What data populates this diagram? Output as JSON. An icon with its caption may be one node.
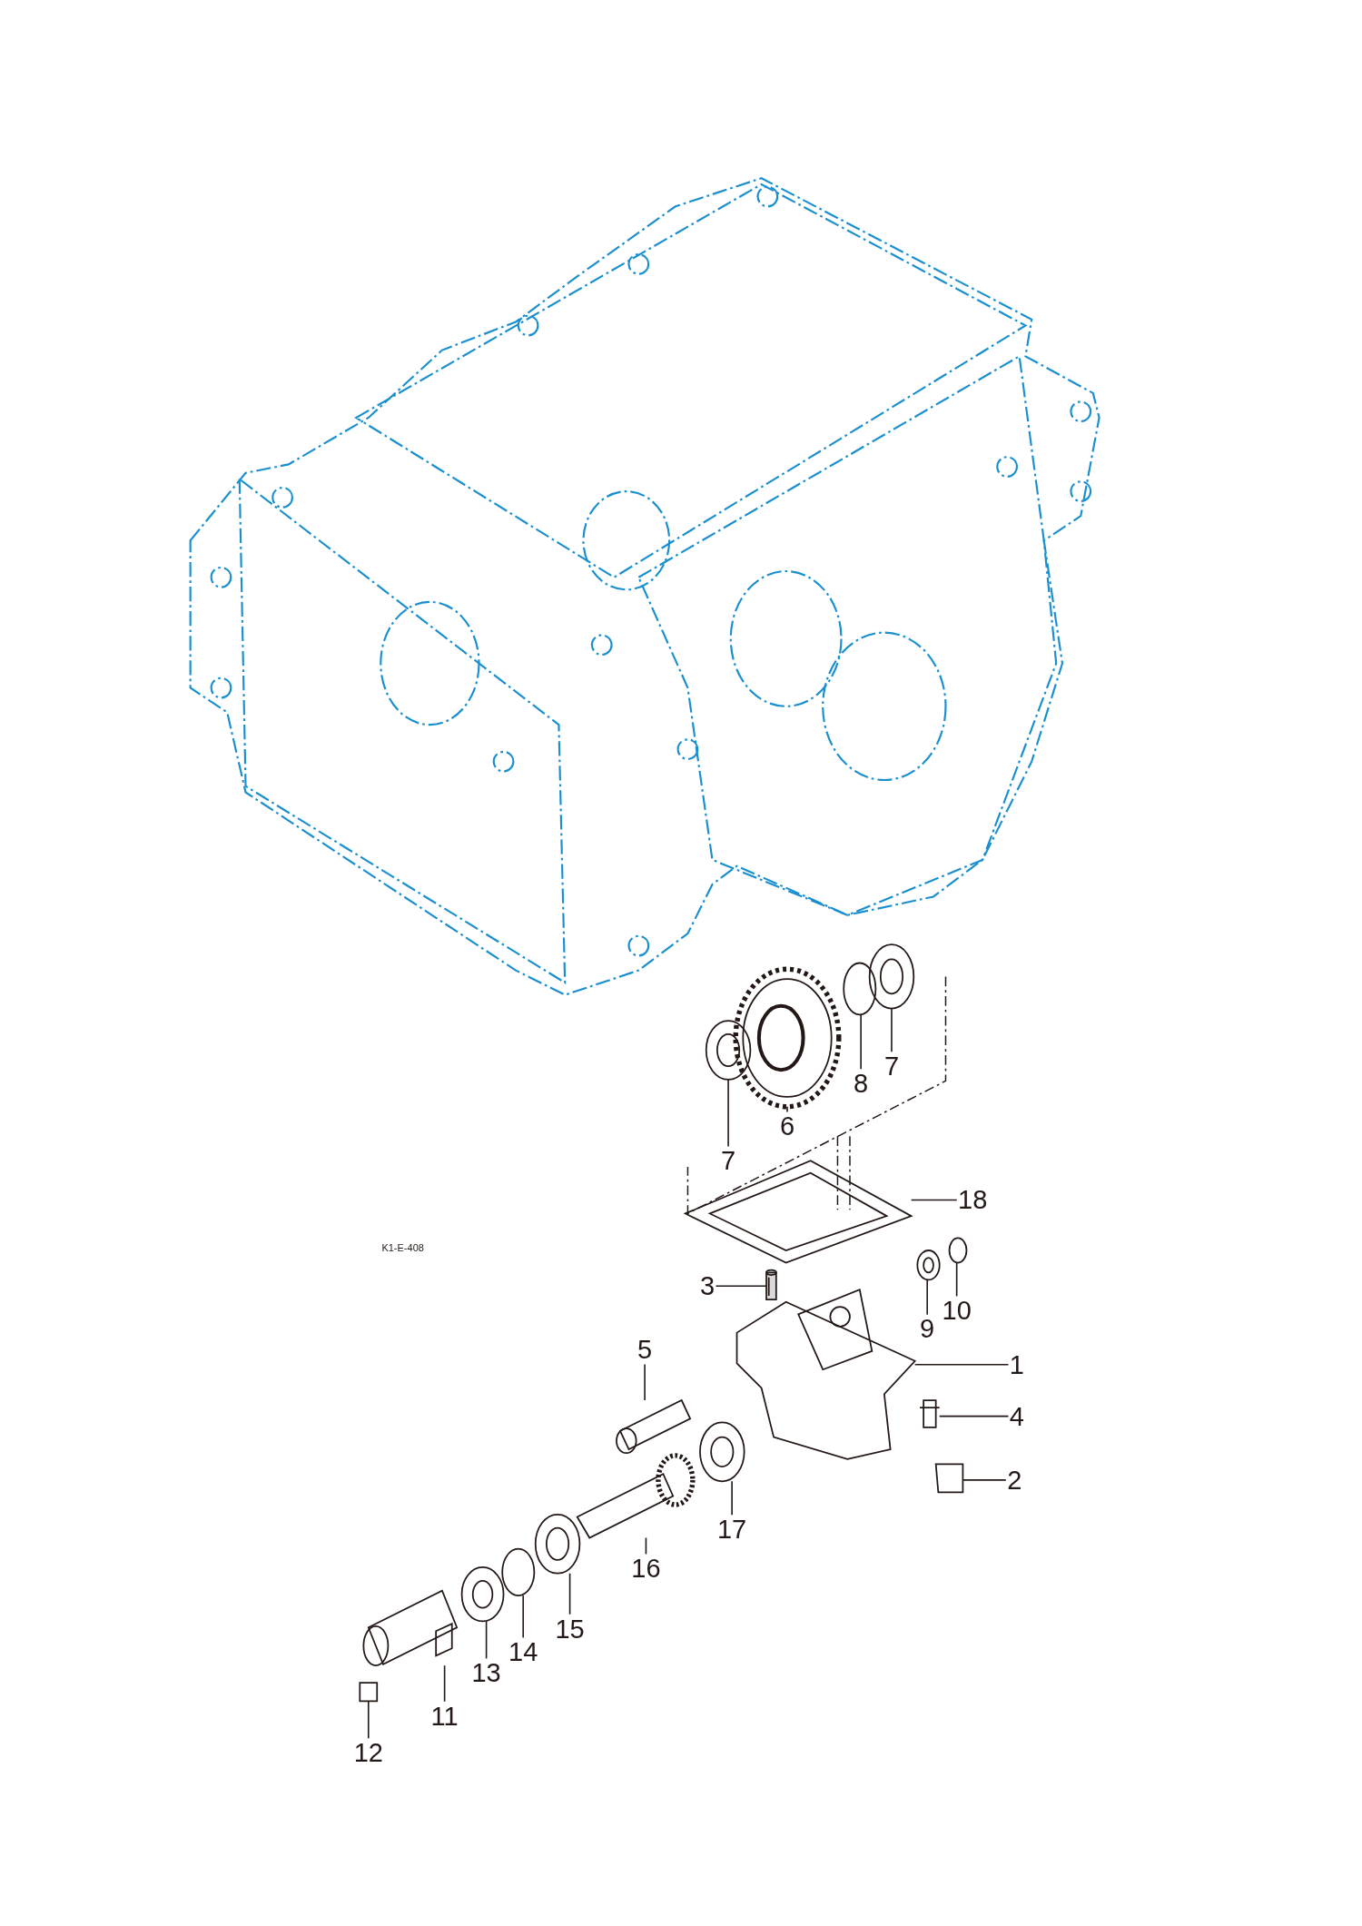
{
  "diagram": {
    "nodes": [
      {
        "text": [
          "7"
        ]
      },
      {
        "text": [
          "8"
        ]
      },
      {
        "text": [
          "6"
        ]
      },
      {
        "text": [
          "7"
        ]
      },
      {
        "text": [
          "18"
        ]
      },
      {
        "text": [
          "3"
        ]
      },
      {
        "text": [
          "10"
        ]
      },
      {
        "text": [
          "9"
        ]
      },
      {
        "text": [
          "5"
        ]
      },
      {
        "text": [
          "1"
        ]
      },
      {
        "text": [
          "4"
        ]
      },
      {
        "text": [
          "2"
        ]
      },
      {
        "text": [
          "17"
        ]
      },
      {
        "text": [
          "16"
        ]
      },
      {
        "text": [
          "15"
        ]
      },
      {
        "text": [
          "14"
        ]
      },
      {
        "text": [
          "13"
        ]
      },
      {
        "text": [
          "11"
        ]
      },
      {
        "text": [
          "12"
        ]
      },
      {
        "text": [],
        "shape": "picture"
      },
      {
        "text": [],
        "shape": "picture"
      },
      {
        "text": [],
        "shape": "picture"
      },
      {
        "text": [],
        "shape": "picture"
      },
      {
        "text": [],
        "shape": "picture"
      },
      {
        "text": [],
        "shape": "picture"
      },
      {
        "text": [],
        "shape": "picture"
      },
      {
        "text": [],
        "shape": "picture"
      },
      {
        "text": [],
        "shape": "picture"
      },
      {
        "text": [],
        "shape": "picture"
      },
      {
        "text": [],
        "shape": "picture"
      },
      {
        "text": [],
        "shape": "picture"
      },
      {
        "text": [],
        "shape": "picture"
      },
      {
        "text": [],
        "shape": "picture"
      },
      {
        "text": [],
        "shape": "picture"
      },
      {
        "text": [],
        "shape": "picture"
      },
      {
        "text": [],
        "shape": "picture"
      },
      {
        "text": [],
        "shape": "picture"
      },
      {
        "text": [],
        "shape": "picture"
      }
    ],
    "edges": [
      {
        "from": 0,
        "to": 19,
        "arrow": "none"
      },
      {
        "from": 1,
        "to": 20,
        "arrow": "none"
      },
      {
        "from": 2,
        "to": 21,
        "arrow": "none"
      },
      {
        "from": 3,
        "to": 22,
        "arrow": "none"
      },
      {
        "from": 4,
        "to": 23,
        "arrow": "none"
      },
      {
        "from": 5,
        "to": 24,
        "arrow": "none"
      },
      {
        "from": 6,
        "to": 25,
        "arrow": "none"
      },
      {
        "from": 7,
        "to": 26,
        "arrow": "none"
      },
      {
        "from": 8,
        "to": 27,
        "arrow": "none"
      },
      {
        "from": 9,
        "to": 28,
        "arrow": "none"
      },
      {
        "from": 10,
        "to": 29,
        "arrow": "none"
      },
      {
        "from": 11,
        "to": 30,
        "arrow": "none"
      },
      {
        "from": 12,
        "to": 31,
        "arrow": "none"
      },
      {
        "from": 13,
        "to": 32,
        "arrow": "none"
      },
      {
        "from": 14,
        "to": 33,
        "arrow": "none"
      },
      {
        "from": 15,
        "to": 34,
        "arrow": "none"
      },
      {
        "from": 16,
        "to": 35,
        "arrow": "none"
      },
      {
        "from": 17,
        "to": 36,
        "arrow": "none"
      },
      {
        "from": 18,
        "to": 37,
        "arrow": "none"
      }
    ],
    "labels": [
      "K1-E-408"
    ]
  }
}
